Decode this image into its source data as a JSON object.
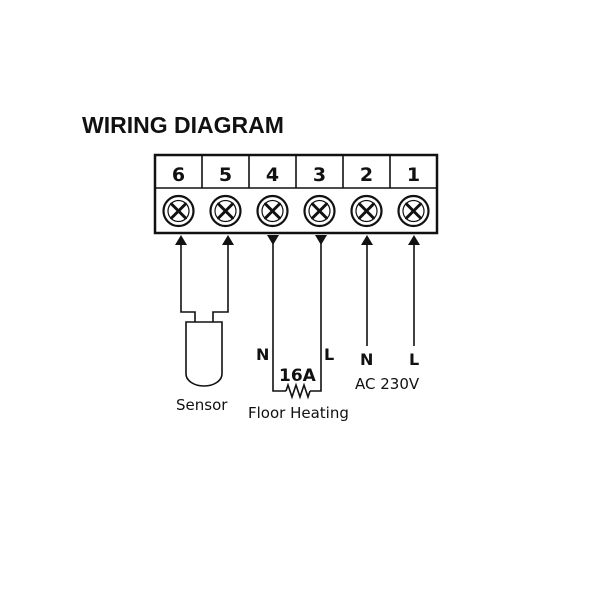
{
  "diagram": {
    "title": "WIRING DIAGRAM",
    "terminals": [
      {
        "number": "6"
      },
      {
        "number": "5"
      },
      {
        "number": "4"
      },
      {
        "number": "3"
      },
      {
        "number": "2"
      },
      {
        "number": "1"
      }
    ],
    "labels": {
      "sensor": "Sensor",
      "floor_heating": "Floor Heating",
      "heating_current": "16A",
      "heating_n": "N",
      "heating_l": "L",
      "supply_n": "N",
      "supply_l": "L",
      "supply_voltage": "AC 230V"
    }
  }
}
